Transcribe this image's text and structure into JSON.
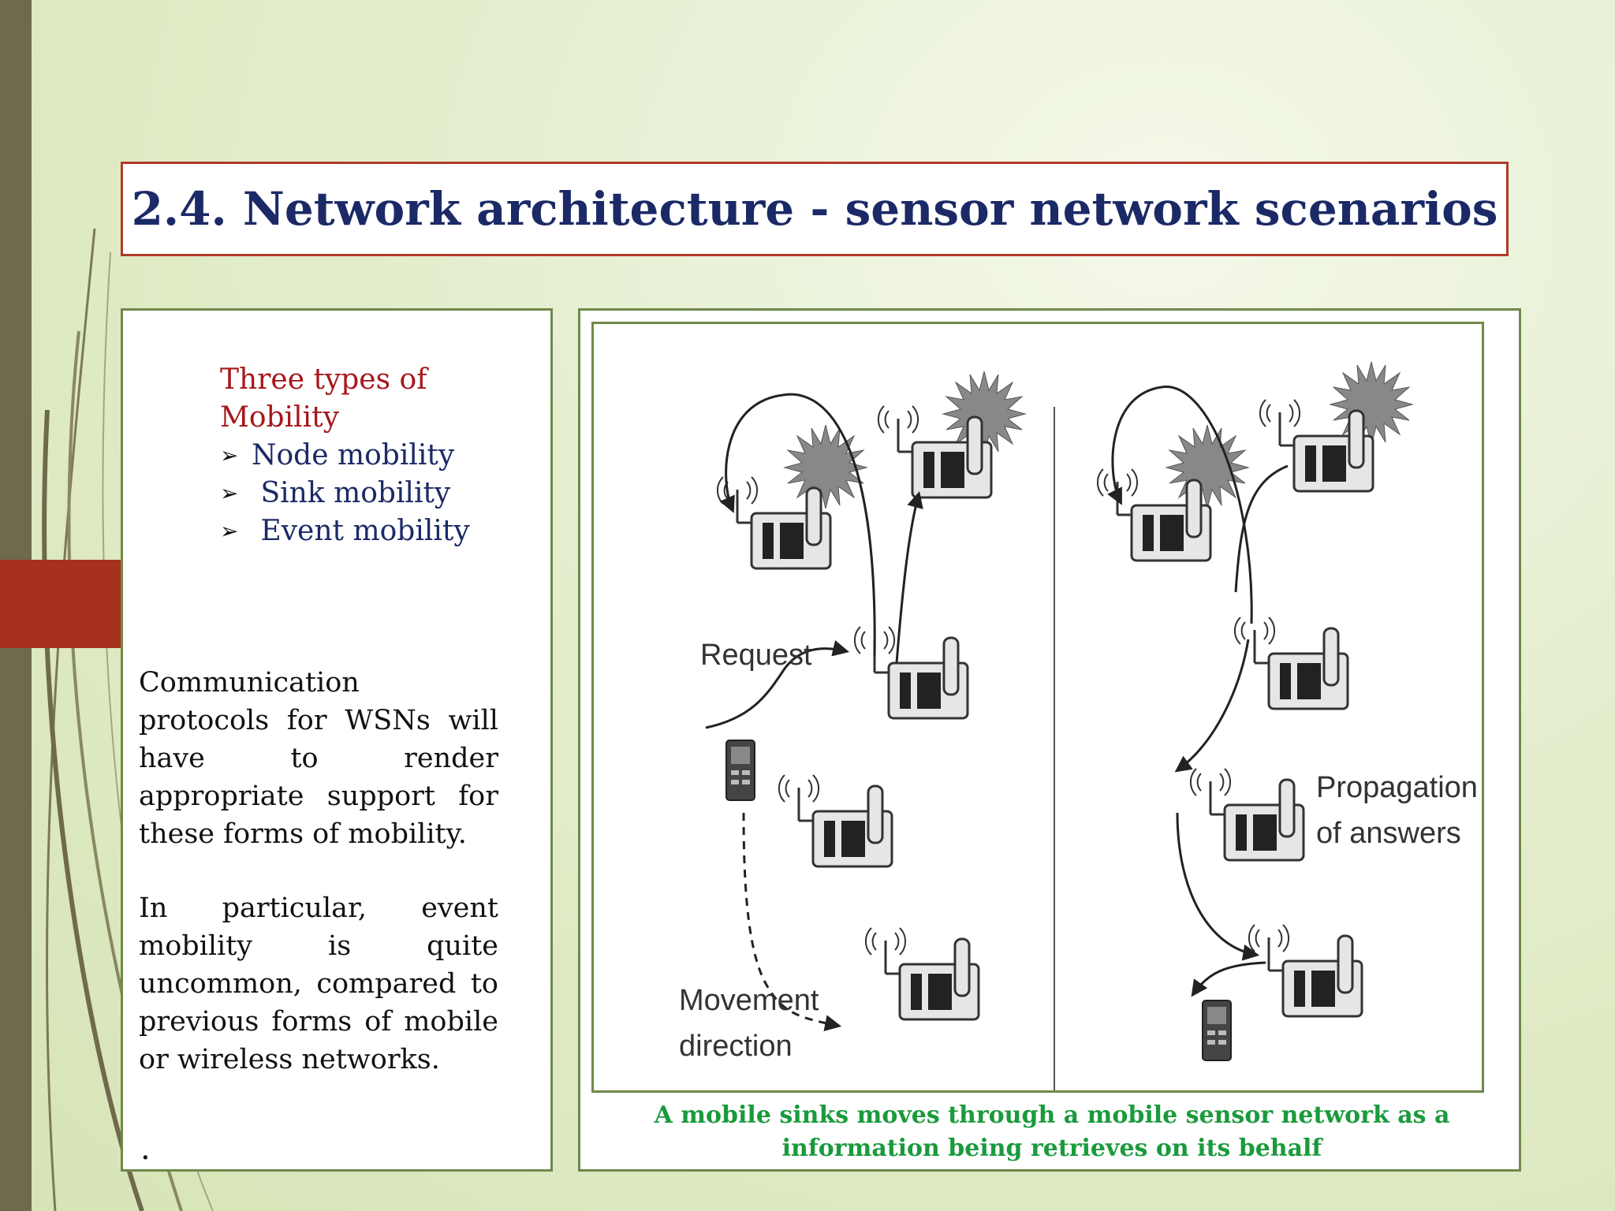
{
  "slide": {
    "title": "2.4.  Network architecture - sensor network scenarios"
  },
  "left_panel": {
    "heading": "Three types of Mobility",
    "bullet_glyph": "➢",
    "items": [
      {
        "label": "Node mobility"
      },
      {
        "label": " Sink mobility"
      },
      {
        "label": " Event mobility"
      }
    ],
    "paragraph_1": "Communication protocols for WSNs will have to render appropriate support for these forms of mobility.",
    "paragraph_2": "In particular, event mobility is quite uncommon, compared to previous forms of mobile or wireless networks.",
    "trailing_mark": "."
  },
  "figure": {
    "label_request": "Request",
    "label_movement_line1": "Movement",
    "label_movement_line2": "direction",
    "label_propagation_line1": "Propagation",
    "label_propagation_line2": "of answers"
  },
  "caption": {
    "line1": "A mobile sinks moves through a mobile sensor network as a",
    "line2": "information being retrieves on its behalf"
  },
  "colors": {
    "title_text": "#1b2a66",
    "title_border": "#b23a28",
    "heading_red": "#a6171c",
    "list_navy": "#1b2a66",
    "caption_green": "#1a9a3c",
    "panel_border": "#6e8a4a",
    "stripe": "#6e6a4b",
    "accent_block": "#a6311c"
  }
}
